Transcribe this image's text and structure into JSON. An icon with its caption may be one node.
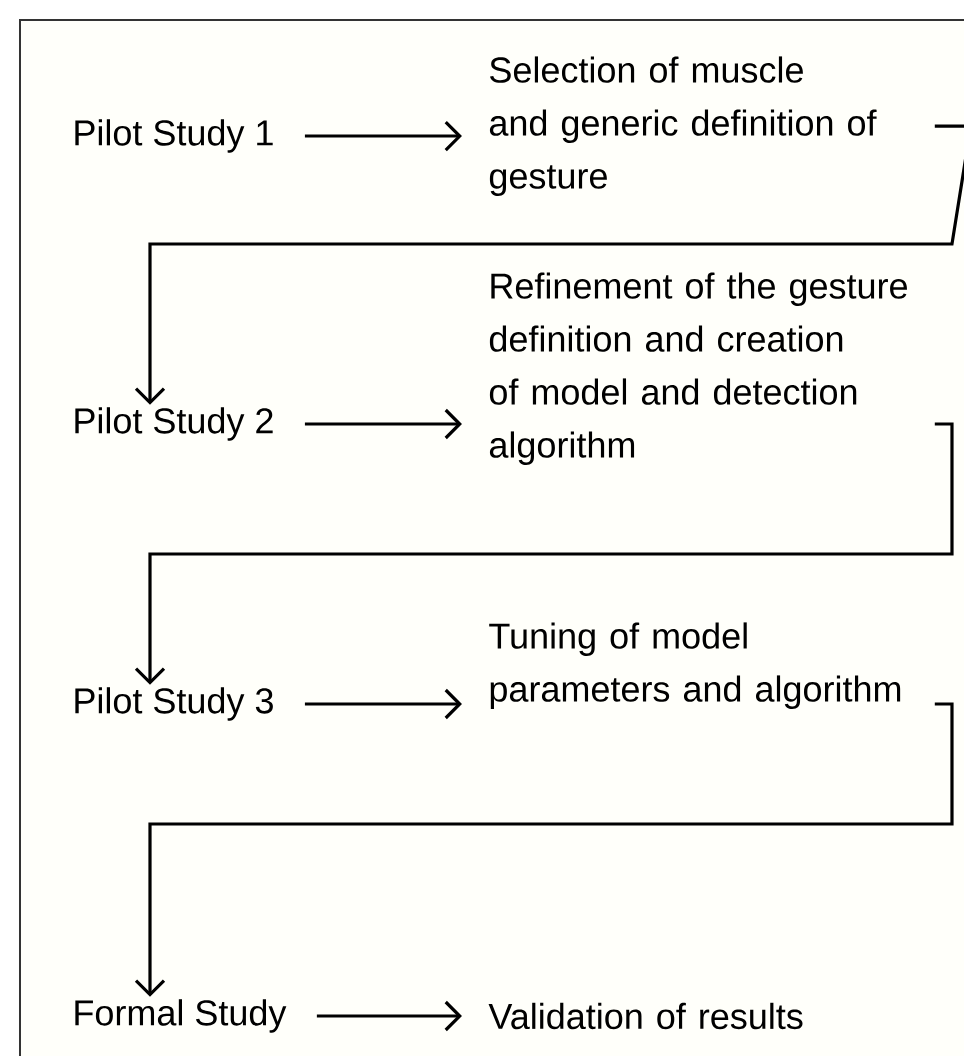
{
  "diagram": {
    "nodes": [
      {
        "text": [
          "Pilot Study 1"
        ]
      },
      {
        "text": [
          "Selection of muscle and generic definition of gesture"
        ]
      },
      {
        "text": [
          "Pilot Study 2"
        ]
      },
      {
        "text": [
          "Refinement of the gesture definition and creation of model and detection algorithm"
        ]
      },
      {
        "text": [
          "Pilot Study 3"
        ]
      },
      {
        "text": [
          "Tuning of model parameters and algorithm"
        ]
      },
      {
        "text": [
          "Formal Study"
        ]
      },
      {
        "text": [
          "Validation of results"
        ]
      }
    ],
    "edges": [
      {
        "from": 0,
        "to": 1,
        "arrow": "to"
      },
      {
        "from": 1,
        "to": 2,
        "arrow": "to"
      },
      {
        "from": 2,
        "to": 3,
        "arrow": "to"
      },
      {
        "from": 3,
        "to": 4,
        "arrow": "to"
      },
      {
        "from": 4,
        "to": 5,
        "arrow": "to"
      },
      {
        "from": 5,
        "to": 6,
        "arrow": "to"
      },
      {
        "from": 6,
        "to": 7,
        "arrow": "to"
      }
    ]
  }
}
